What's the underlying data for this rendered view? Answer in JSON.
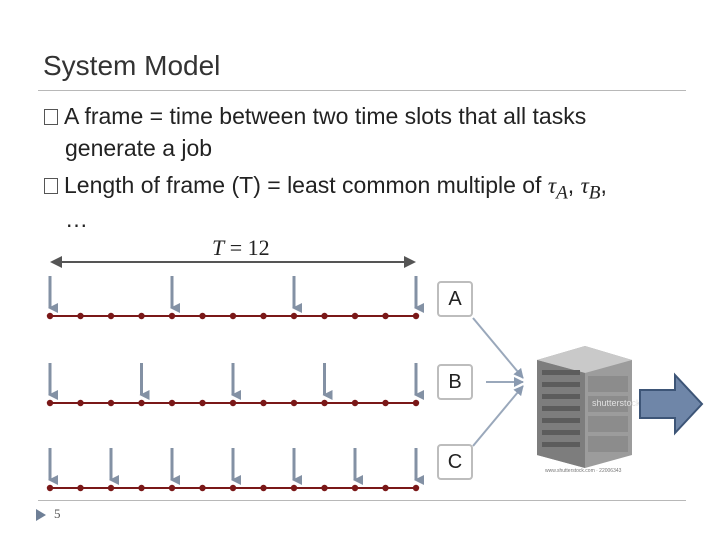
{
  "slide": {
    "title": "System Model",
    "bullets": [
      {
        "text": "A frame = time between two time slots that all tasks",
        "cont": "generate a job"
      },
      {
        "text": "Length of frame (T) = least common multiple of ",
        "cont": "…"
      }
    ],
    "tau_a": "τ",
    "sub_a": "A",
    "sep1": ", ",
    "tau_b": "τ",
    "sub_b": "B",
    "sep2": ",",
    "formula_var": "T",
    "formula_rest": " = 12",
    "page_number": "5"
  },
  "diagram": {
    "timeline_ticks": 13,
    "tasks": [
      {
        "label": "A",
        "period": 4
      },
      {
        "label": "B",
        "period": 3
      },
      {
        "label": "C",
        "period": 2
      }
    ],
    "server_credit": "www.shutterstock.com · 22006343",
    "server_brand": "shutterstock",
    "colors": {
      "timeline": "#7a1818",
      "arrow": "#8391a4",
      "output_arrow": "#6f86a8"
    }
  }
}
